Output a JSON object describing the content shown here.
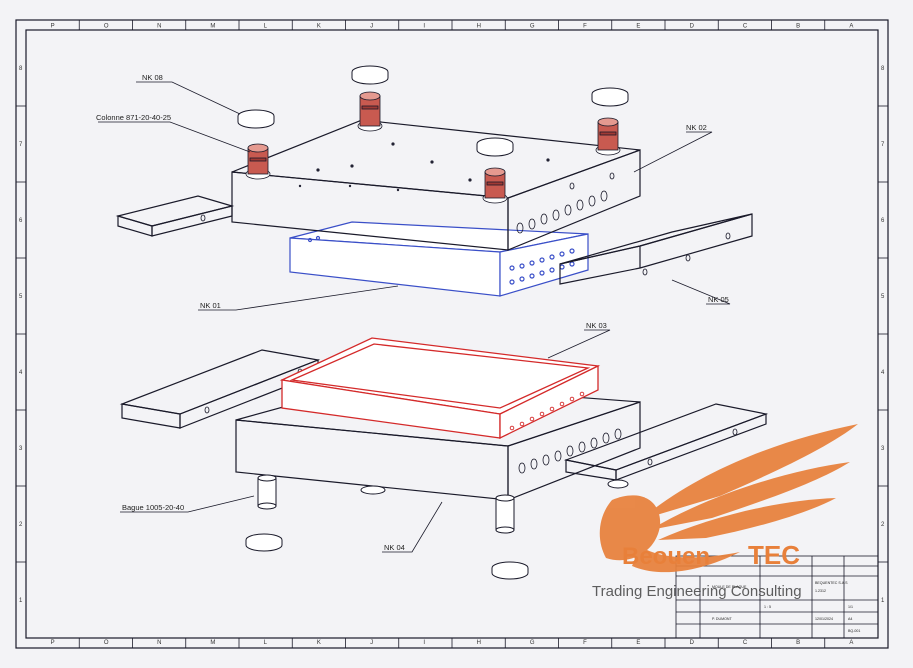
{
  "drawing": {
    "labels": {
      "nk08": "NK 08",
      "colonne": "Colonne 871-20-40-25",
      "nk02": "NK 02",
      "nk01": "NK 01",
      "nk05": "NK 05",
      "nk03": "NK 03",
      "bague": "Bague 1005-20-40",
      "nk04": "NK 04"
    },
    "border_columns": [
      "P",
      "O",
      "N",
      "M",
      "L",
      "K",
      "J",
      "I",
      "H",
      "G",
      "F",
      "E",
      "D",
      "C",
      "B",
      "A"
    ],
    "border_rows": [
      "8",
      "7",
      "6",
      "5",
      "4",
      "3",
      "2",
      "1"
    ],
    "title_block": {
      "title": "MOULE DE PLAQUE",
      "company": "BEQUENTEC S.A.S",
      "scale": "1 : 5",
      "sheet": "1/1",
      "date": "12/01/2024",
      "format": "A4",
      "material": "1.2312",
      "designed_by": "P. DUMONT",
      "drawing_number": "BQ-001"
    }
  },
  "logo": {
    "name_left": "Beouen",
    "name_right": "TEC",
    "tagline": "Trading Engineering Consulting",
    "color": "#e8803a"
  },
  "colors": {
    "ink": "#1a1a2a",
    "part_blue": "#3a4fc8",
    "part_red": "#d42a2a",
    "pin_red": "#c0403a",
    "logo_orange": "#e8803a"
  }
}
